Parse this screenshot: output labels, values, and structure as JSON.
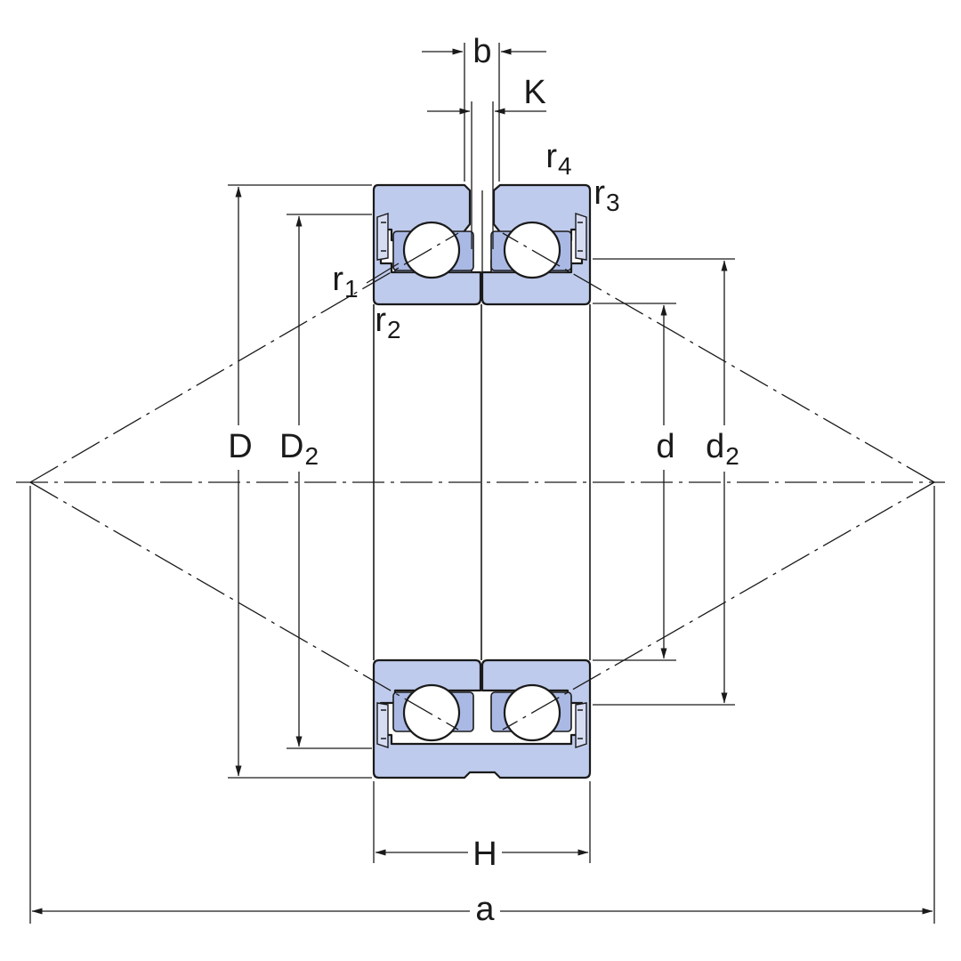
{
  "dimensions": {
    "b": {
      "main": "b",
      "sub": ""
    },
    "K": {
      "main": "K",
      "sub": ""
    },
    "r4": {
      "main": "r",
      "sub": "4"
    },
    "r3": {
      "main": "r",
      "sub": "3"
    },
    "r1": {
      "main": "r",
      "sub": "1"
    },
    "r2": {
      "main": "r",
      "sub": "2"
    },
    "D": {
      "main": "D",
      "sub": ""
    },
    "D2": {
      "main": "D",
      "sub": "2"
    },
    "d": {
      "main": "d",
      "sub": ""
    },
    "d2": {
      "main": "d",
      "sub": "2"
    },
    "H": {
      "main": "H",
      "sub": ""
    },
    "a": {
      "main": "a",
      "sub": ""
    }
  },
  "colors": {
    "ring_fill": "#bfcbec",
    "cage_fill": "#aab9e4",
    "ball_fill": "#ffffff",
    "line": "#1a1a1a"
  }
}
